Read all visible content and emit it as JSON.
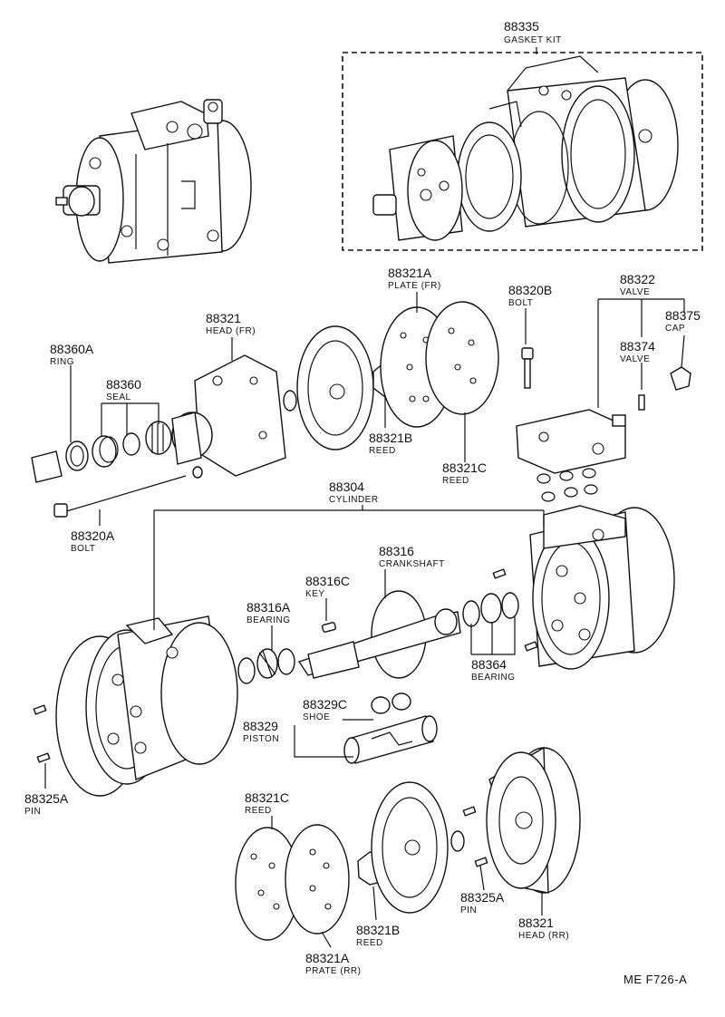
{
  "diagram": {
    "reference_code": "ME  F726-A",
    "parts": [
      {
        "id": "p88335",
        "number": "88335",
        "caption": "GASKET KIT"
      },
      {
        "id": "p88321a",
        "number": "88321A",
        "caption": "PLATE (FR)"
      },
      {
        "id": "p88320b",
        "number": "88320B",
        "caption": "BOLT"
      },
      {
        "id": "p88322",
        "number": "88322",
        "caption": "VALVE"
      },
      {
        "id": "p88375",
        "number": "88375",
        "caption": "CAP"
      },
      {
        "id": "p88374",
        "number": "88374",
        "caption": "VALVE"
      },
      {
        "id": "p88321",
        "number": "88321",
        "caption": "HEAD (FR)"
      },
      {
        "id": "p88360a",
        "number": "88360A",
        "caption": "RING"
      },
      {
        "id": "p88360",
        "number": "88360",
        "caption": "SEAL"
      },
      {
        "id": "p88321b",
        "number": "88321B",
        "caption": "REED"
      },
      {
        "id": "p88321c",
        "number": "88321C",
        "caption": "REED"
      },
      {
        "id": "p88304",
        "number": "88304",
        "caption": "CYLINDER"
      },
      {
        "id": "p88320a",
        "number": "88320A",
        "caption": "BOLT"
      },
      {
        "id": "p88316",
        "number": "88316",
        "caption": "CRANKSHAFT"
      },
      {
        "id": "p88316c",
        "number": "88316C",
        "caption": "KEY"
      },
      {
        "id": "p88316a",
        "number": "88316A",
        "caption": "BEARING"
      },
      {
        "id": "p88364",
        "number": "88364",
        "caption": "BEARING"
      },
      {
        "id": "p88329c",
        "number": "88329C",
        "caption": "SHOE"
      },
      {
        "id": "p88329",
        "number": "88329",
        "caption": "PISTON"
      },
      {
        "id": "p88325a",
        "number": "88325A",
        "caption": "PIN"
      },
      {
        "id": "p88321c2",
        "number": "88321C",
        "caption": "REED"
      },
      {
        "id": "p88325a2",
        "number": "88325A",
        "caption": "PIN"
      },
      {
        "id": "p88321b2",
        "number": "88321B",
        "caption": "REED"
      },
      {
        "id": "p88321_2",
        "number": "88321",
        "caption": "HEAD (RR)"
      },
      {
        "id": "p88321a2",
        "number": "88321A",
        "caption": "PRATE (RR)"
      }
    ]
  }
}
